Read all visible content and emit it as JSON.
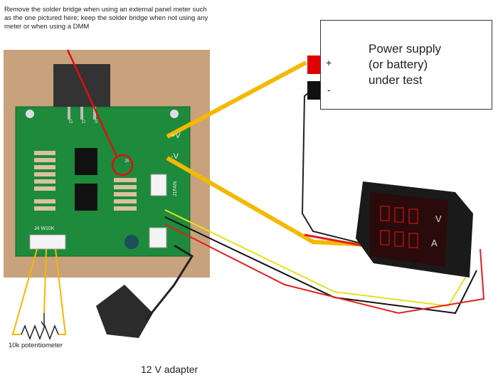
{
  "annotation": {
    "note": "Remove the solder bridge when using an external panel meter such as the one pictured here; keep the solder bridge when not using any meter or when using a DMM"
  },
  "power_supply": {
    "label_lines": [
      "Power supply",
      "(or battery)",
      "under test"
    ],
    "plus": "+",
    "minus": "-"
  },
  "board": {
    "pin_labels": [
      "G",
      "D",
      "S"
    ],
    "plus_v": "+V",
    "minus_v": "-V",
    "j4": "J4 W10K",
    "j1": "J1FAN",
    "j5": "J5"
  },
  "meter": {
    "volt_unit": "V",
    "amp_unit": "A"
  },
  "potentiometer": {
    "label": "10k potentiometer"
  },
  "adapter": {
    "label": "12 V adapter"
  },
  "colors": {
    "wire_yellow": "#f5b800",
    "wire_red": "#e02020",
    "highlight": "#e01010",
    "pcb": "#1e8a3c",
    "terminal_red": "#e00000"
  }
}
